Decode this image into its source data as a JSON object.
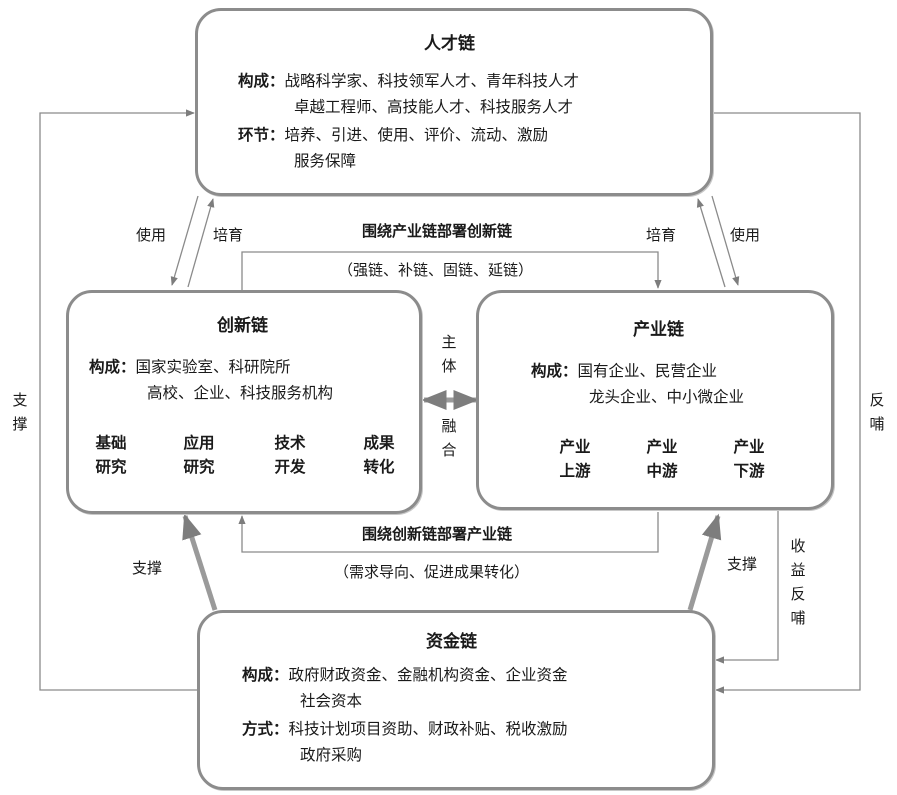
{
  "talent_chain": {
    "title": "人才链",
    "composition_key": "构成：",
    "composition_line1": "战略科学家、科技领军人才、青年科技人才",
    "composition_line2": "卓越工程师、高技能人才、科技服务人才",
    "links_key": "环节：",
    "links_line1": "培养、引进、使用、评价、流动、激励",
    "links_line2": "服务保障"
  },
  "innovation_chain": {
    "title": "创新链",
    "composition_key": "构成：",
    "composition_line1": "国家实验室、科研院所",
    "composition_line2": "高校、企业、科技服务机构",
    "stages": [
      {
        "line1": "基础",
        "line2": "研究"
      },
      {
        "line1": "应用",
        "line2": "研究"
      },
      {
        "line1": "技术",
        "line2": "开发"
      },
      {
        "line1": "成果",
        "line2": "转化"
      }
    ]
  },
  "industry_chain": {
    "title": "产业链",
    "composition_key": "构成：",
    "composition_line1": "国有企业、民营企业",
    "composition_line2": "龙头企业、中小微企业",
    "stages": [
      {
        "line1": "产业",
        "line2": "上游"
      },
      {
        "line1": "产业",
        "line2": "中游"
      },
      {
        "line1": "产业",
        "line2": "下游"
      }
    ]
  },
  "capital_chain": {
    "title": "资金链",
    "composition_key": "构成：",
    "composition_line1": "政府财政资金、金融机构资金、企业资金",
    "composition_line2": "社会资本",
    "methods_key": "方式：",
    "methods_line1": "科技计划项目资助、财政补贴、税收激励",
    "methods_line2": "政府采购"
  },
  "connectors": {
    "use_left": "使用",
    "cultivate_left": "培育",
    "cultivate_right": "培育",
    "use_right": "使用",
    "top_middle_title": "围绕产业链部署创新链",
    "top_middle_sub": "（强链、补链、固链、延链）",
    "bottom_middle_title": "围绕创新链部署产业链",
    "bottom_middle_sub": "（需求导向、促进成果转化）",
    "support_bottom_left": "支撑",
    "support_bottom_right": "支撑",
    "subject_chars": [
      "主",
      "体"
    ],
    "fusion_chars": [
      "融",
      "合"
    ],
    "support_far_left_chars": [
      "支",
      "撑"
    ],
    "feedback_far_right_chars": [
      "反",
      "哺"
    ],
    "revenue_feedback_chars": [
      "收",
      "益",
      "反",
      "哺"
    ]
  },
  "colors": {
    "border": "#8c8c8c",
    "arrow": "#8a8a8a",
    "thick_arrow": "#9a9a9a",
    "text": "#1a1a1a"
  }
}
